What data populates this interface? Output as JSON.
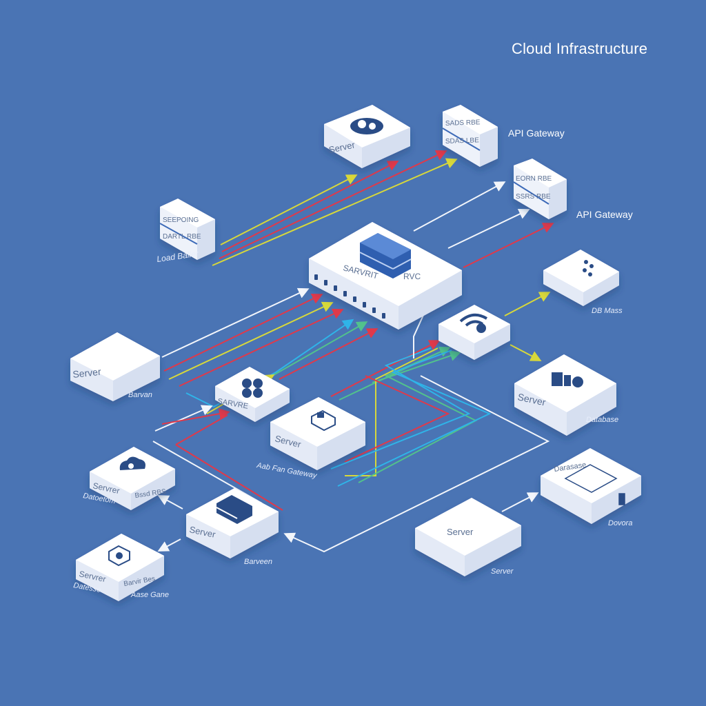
{
  "title": "Cloud Infrastructure",
  "side_labels": {
    "api_gateway_1": "API Gateway",
    "api_gateway_2": "API Gateway"
  },
  "nodes": {
    "server_top": {
      "label": "Server"
    },
    "rack_top_right": {
      "line1": "SADS RBE",
      "line2": "SDAS LBE"
    },
    "rack_mid_right": {
      "line1": "EORN RBE",
      "line2": "SSRS RBE"
    },
    "rack_left": {
      "line1": "SEEPOING",
      "line2": "DARTL RBE",
      "caption": "Load Baller"
    },
    "central_hub": {
      "label": "SARVRIT",
      "label2": "RVC"
    },
    "server_right_small": {
      "caption": "DB Mass"
    },
    "router_node": {},
    "server_left": {
      "label": "Server",
      "caption": "Barvan"
    },
    "server_mid_small": {
      "label": "SARVRE"
    },
    "server_mid": {
      "label": "Server",
      "caption": "Aab Fan Gateway"
    },
    "server_right_large": {
      "label": "Server",
      "caption": "Database"
    },
    "server_lower_left": {
      "label": "Servrer",
      "label2": "Bssd RBS",
      "caption": "Datoetom"
    },
    "server_lower_mid": {
      "label": "Server",
      "caption": "Barveen"
    },
    "server_bottom_left": {
      "label": "Servrer",
      "label2": "Barvir Bes",
      "caption": "Datesse",
      "caption2": "Aase Gane"
    },
    "server_bottom_right": {
      "label": "Server",
      "caption": "Server"
    },
    "database_right": {
      "label": "Darasase",
      "caption": "Dovora"
    }
  },
  "colors": {
    "background": "#4a74b4",
    "box_top": "#ffffff",
    "box_side": "#d6dff0",
    "line_white": "#f3f6fb",
    "line_red": "#e0394a",
    "line_yellow": "#d8d83a",
    "line_green": "#52c28c",
    "line_blue": "#2fb4e8"
  }
}
